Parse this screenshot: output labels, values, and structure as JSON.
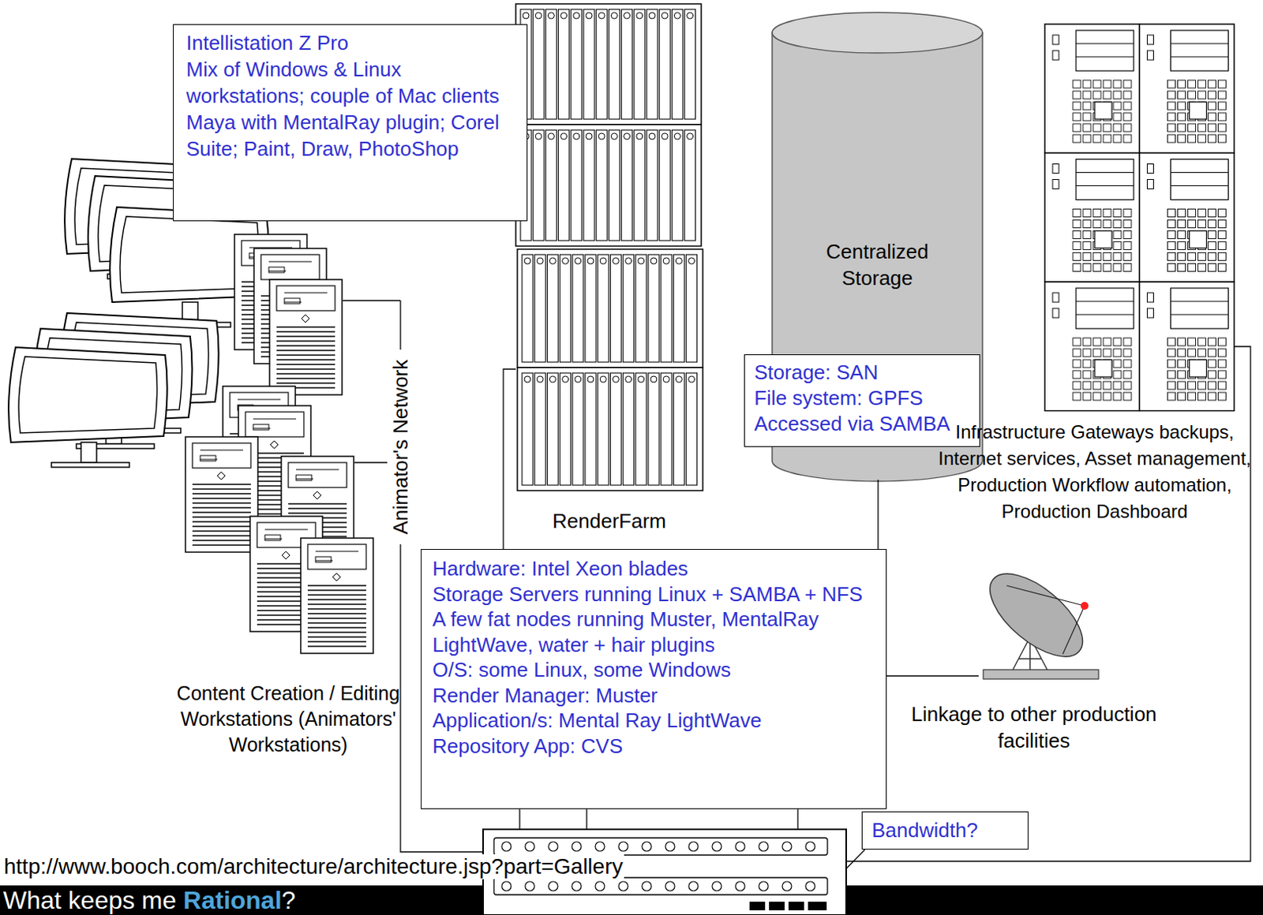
{
  "diagram": {
    "nodes": [
      {
        "text": [
          "Intellistation Z Pro",
          "Mix of Windows & Linux workstations; couple of Mac clients",
          "Maya with MentalRay plugin; Corel Suite; Paint, Draw, PhotoShop"
        ]
      },
      {
        "text": [
          "RenderFarm"
        ]
      },
      {
        "text": [
          "Centralized Storage"
        ]
      },
      {
        "text": [
          "Storage: SAN",
          "File system: GPFS",
          "Accessed via SAMBA"
        ]
      },
      {
        "text": [
          "Infrastructure Gateways backups, Internet services, Asset management, Production Workflow automation, Production Dashboard"
        ]
      },
      {
        "text": [
          "Content Creation / Editing Workstations (Animators' Workstations)"
        ]
      },
      {
        "text": [
          "Hardware: Intel Xeon blades",
          "Storage Servers running Linux + SAMBA + NFS",
          "A few fat nodes running Muster, MentalRay LightWave, water + hair plugins",
          "O/S: some Linux, some Windows",
          "Render Manager: Muster",
          "Application/s: Mental Ray LightWave",
          "Repository App: CVS"
        ]
      },
      {
        "text": [
          "Linkage to other production facilities"
        ]
      },
      {
        "text": [
          "Bandwidth?"
        ]
      }
    ],
    "edges": [
      {
        "from": 1,
        "to": 6,
        "arrow": "none"
      },
      {
        "from": 2,
        "to": 6,
        "arrow": "none"
      },
      {
        "from": 7,
        "to": 6,
        "arrow": "none"
      }
    ],
    "labels": [
      "Animator's Network",
      "http://www.booch.com/architecture/architecture.jsp?part=Gallery",
      "What keeps me",
      "Rational",
      "?"
    ]
  }
}
